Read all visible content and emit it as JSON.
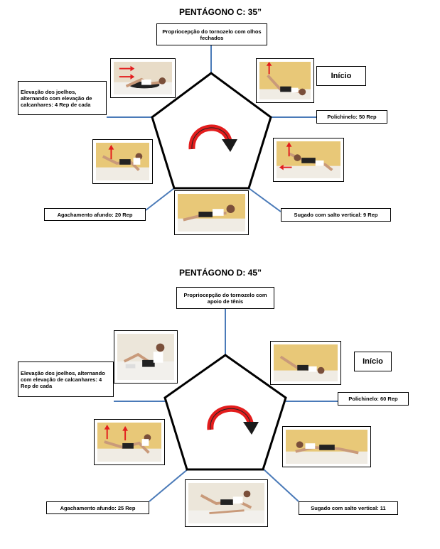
{
  "pentagon_c": {
    "title": "PENTÁGONO C: 35”",
    "inicio": "Início",
    "top_label": "Propriocepção do tornozelo com olhos fechados",
    "left_label": "Elevação dos joelhos, alternando com elevação de calcanhares: 4 Rep de cada",
    "right_label": "Polichinelo: 50 Rep",
    "bottom_left_label": "Agachamento afundo: 20 Rep",
    "bottom_right_label": "Sugado com salto vertical: 9 Rep"
  },
  "pentagon_d": {
    "title": "PENTÁGONO D: 45”",
    "inicio": "Início",
    "top_label": "Propriocepção do tornozelo com apoio de tênis",
    "left_label": "Elevação dos joelhos, alternando com elevação de calcanhares: 4 Rep de cada",
    "right_label": "Polichinelo: 60 Rep",
    "bottom_left_label": "Agachamento afundo: 25 Rep",
    "bottom_right_label": "Sugado com salto vertical: 11"
  },
  "colors": {
    "line": "#4a7ab8",
    "arrow": "#e31d1d",
    "wall": "#e8c878",
    "floor": "#f0ece4"
  }
}
